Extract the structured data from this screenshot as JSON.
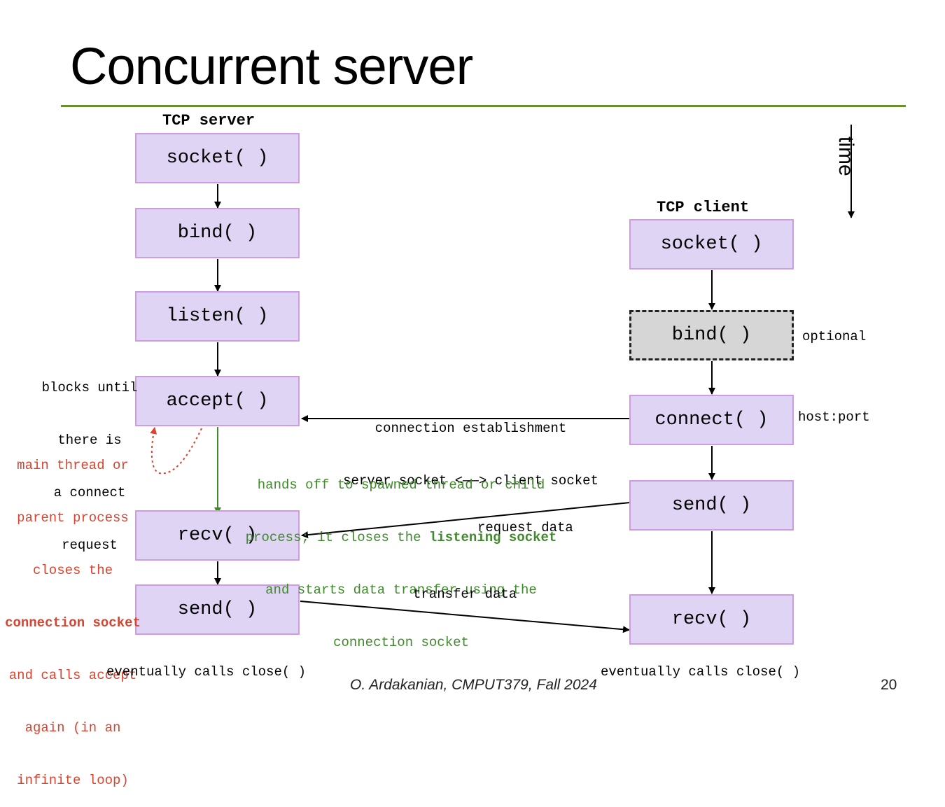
{
  "slide": {
    "title": "Concurrent server",
    "footer": "O. Ardakanian, CMPUT379, Fall 2024",
    "page_number": "20",
    "time_label": "time"
  },
  "server": {
    "header": "TCP server",
    "boxes": [
      "socket( )",
      "bind( )",
      "listen( )",
      "accept( )",
      "recv( )",
      "send( )"
    ],
    "close_note": "eventually calls close( )",
    "accept_note": [
      "blocks until",
      "there is",
      "a connect",
      "request"
    ],
    "red_note": [
      "main thread or",
      "parent process",
      "closes the",
      "connection socket",
      "and calls accept",
      "again (in an",
      "infinite loop)"
    ]
  },
  "client": {
    "header": "TCP client",
    "boxes": [
      "socket( )",
      "bind( )",
      "connect( )",
      "send( )",
      "recv( )"
    ],
    "bind_note": "optional",
    "connect_note": "host:port",
    "close_note": "eventually calls close( )"
  },
  "arrows": {
    "establish": [
      "connection establishment",
      "server socket <——> client socket"
    ],
    "handoff": {
      "line1": "hands off to spawned thread or child",
      "line2_pre": "process; it closes the ",
      "line2_bold": "listening socket",
      "line3": "and starts data transfer using the",
      "line4": "connection socket"
    },
    "request": "request data",
    "transfer": "transfer data"
  },
  "colors": {
    "box_fill": "#dfd4f4",
    "box_border": "#cf9be6",
    "optional_fill": "#d6d6d6",
    "rule": "#6b8f2e",
    "red_note": "#d9432f",
    "green_note": "#3f8a2b"
  }
}
